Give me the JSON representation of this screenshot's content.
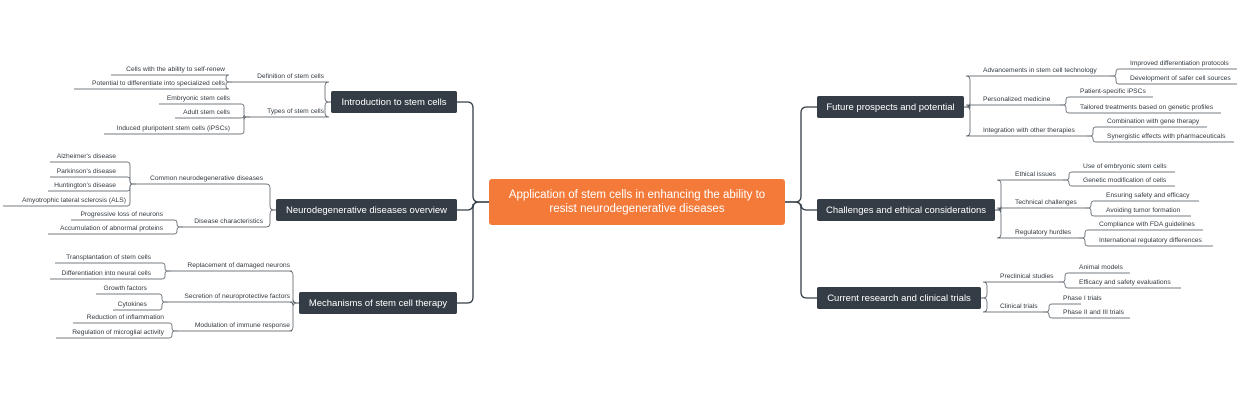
{
  "root": "Application of stem cells in enhancing the ability to resist neurodegenerative diseases",
  "left": [
    {
      "title": "Introduction to stem cells",
      "subs": [
        {
          "label": "Definition of stem cells",
          "leaves": [
            "Cells with the ability to self-renew",
            "Potential to differentiate into specialized cells"
          ]
        },
        {
          "label": "Types of stem cells",
          "leaves": [
            "Embryonic stem cells",
            "Adult stem cells",
            "Induced pluripotent stem cells (iPSCs)"
          ]
        }
      ]
    },
    {
      "title": "Neurodegenerative diseases overview",
      "subs": [
        {
          "label": "Common neurodegenerative diseases",
          "leaves": [
            "Alzheimer's disease",
            "Parkinson's disease",
            "Huntington's disease",
            "Amyotrophic lateral sclerosis (ALS)"
          ]
        },
        {
          "label": "Disease characteristics",
          "leaves": [
            "Progressive loss of neurons",
            "Accumulation of abnormal proteins"
          ]
        }
      ]
    },
    {
      "title": "Mechanisms of stem cell therapy",
      "subs": [
        {
          "label": "Replacement of damaged neurons",
          "leaves": [
            "Transplantation of stem cells",
            "Differentiation into neural cells"
          ]
        },
        {
          "label": "Secretion of neuroprotective factors",
          "leaves": [
            "Growth factors",
            "Cytokines"
          ]
        },
        {
          "label": "Modulation of immune response",
          "leaves": [
            "Reduction of inflammation",
            "Regulation of microglial activity"
          ]
        }
      ]
    }
  ],
  "right": [
    {
      "title": "Future prospects and potential",
      "subs": [
        {
          "label": "Advancements in stem cell technology",
          "leaves": [
            "Improved differentiation protocols",
            "Development of safer cell sources"
          ]
        },
        {
          "label": "Personalized medicine",
          "leaves": [
            "Patient-specific iPSCs",
            "Tailored treatments based on genetic profiles"
          ]
        },
        {
          "label": "Integration with other therapies",
          "leaves": [
            "Combination with gene therapy",
            "Synergistic effects with pharmaceuticals"
          ]
        }
      ]
    },
    {
      "title": "Challenges and ethical considerations",
      "subs": [
        {
          "label": "Ethical issues",
          "leaves": [
            "Use of embryonic stem cells",
            "Genetic modification of cells"
          ]
        },
        {
          "label": "Technical challenges",
          "leaves": [
            "Ensuring safety and efficacy",
            "Avoiding tumor formation"
          ]
        },
        {
          "label": "Regulatory hurdles",
          "leaves": [
            "Compliance with FDA guidelines",
            "International regulatory differences"
          ]
        }
      ]
    },
    {
      "title": "Current research and clinical trials",
      "subs": [
        {
          "label": "Preclinical studies",
          "leaves": [
            "Animal models",
            "Efficacy and safety evaluations"
          ]
        },
        {
          "label": "Clinical trials",
          "leaves": [
            "Phase I trials",
            "Phase II and III trials"
          ]
        }
      ]
    }
  ]
}
